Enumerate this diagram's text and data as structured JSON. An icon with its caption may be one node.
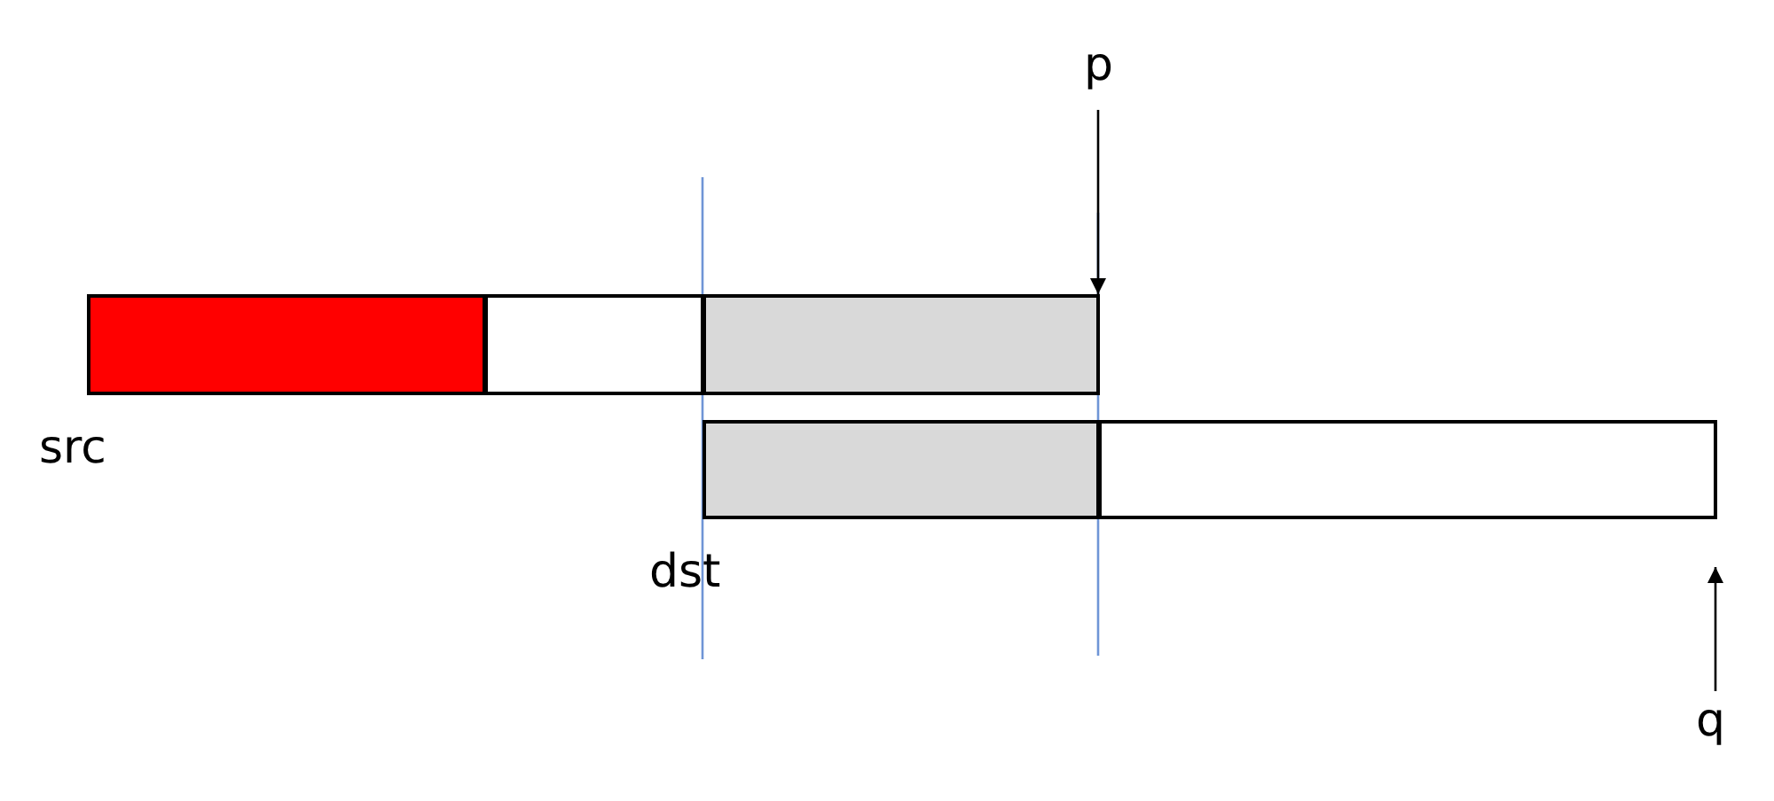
{
  "diagram": {
    "nodes": [
      {
        "text": [],
        "shape": "box"
      },
      {
        "text": [],
        "shape": "box"
      },
      {
        "text": [],
        "shape": "box"
      },
      {
        "text": [],
        "shape": "box"
      },
      {
        "text": [],
        "shape": "box"
      },
      {
        "text": [
          "p"
        ]
      },
      {
        "text": [
          "q"
        ]
      }
    ],
    "edges": [
      {
        "from": 5,
        "to": 2,
        "arrow": "to"
      },
      {
        "from": 6,
        "to": 4,
        "arrow": "to"
      }
    ],
    "labels": [
      "src",
      "dst"
    ]
  }
}
